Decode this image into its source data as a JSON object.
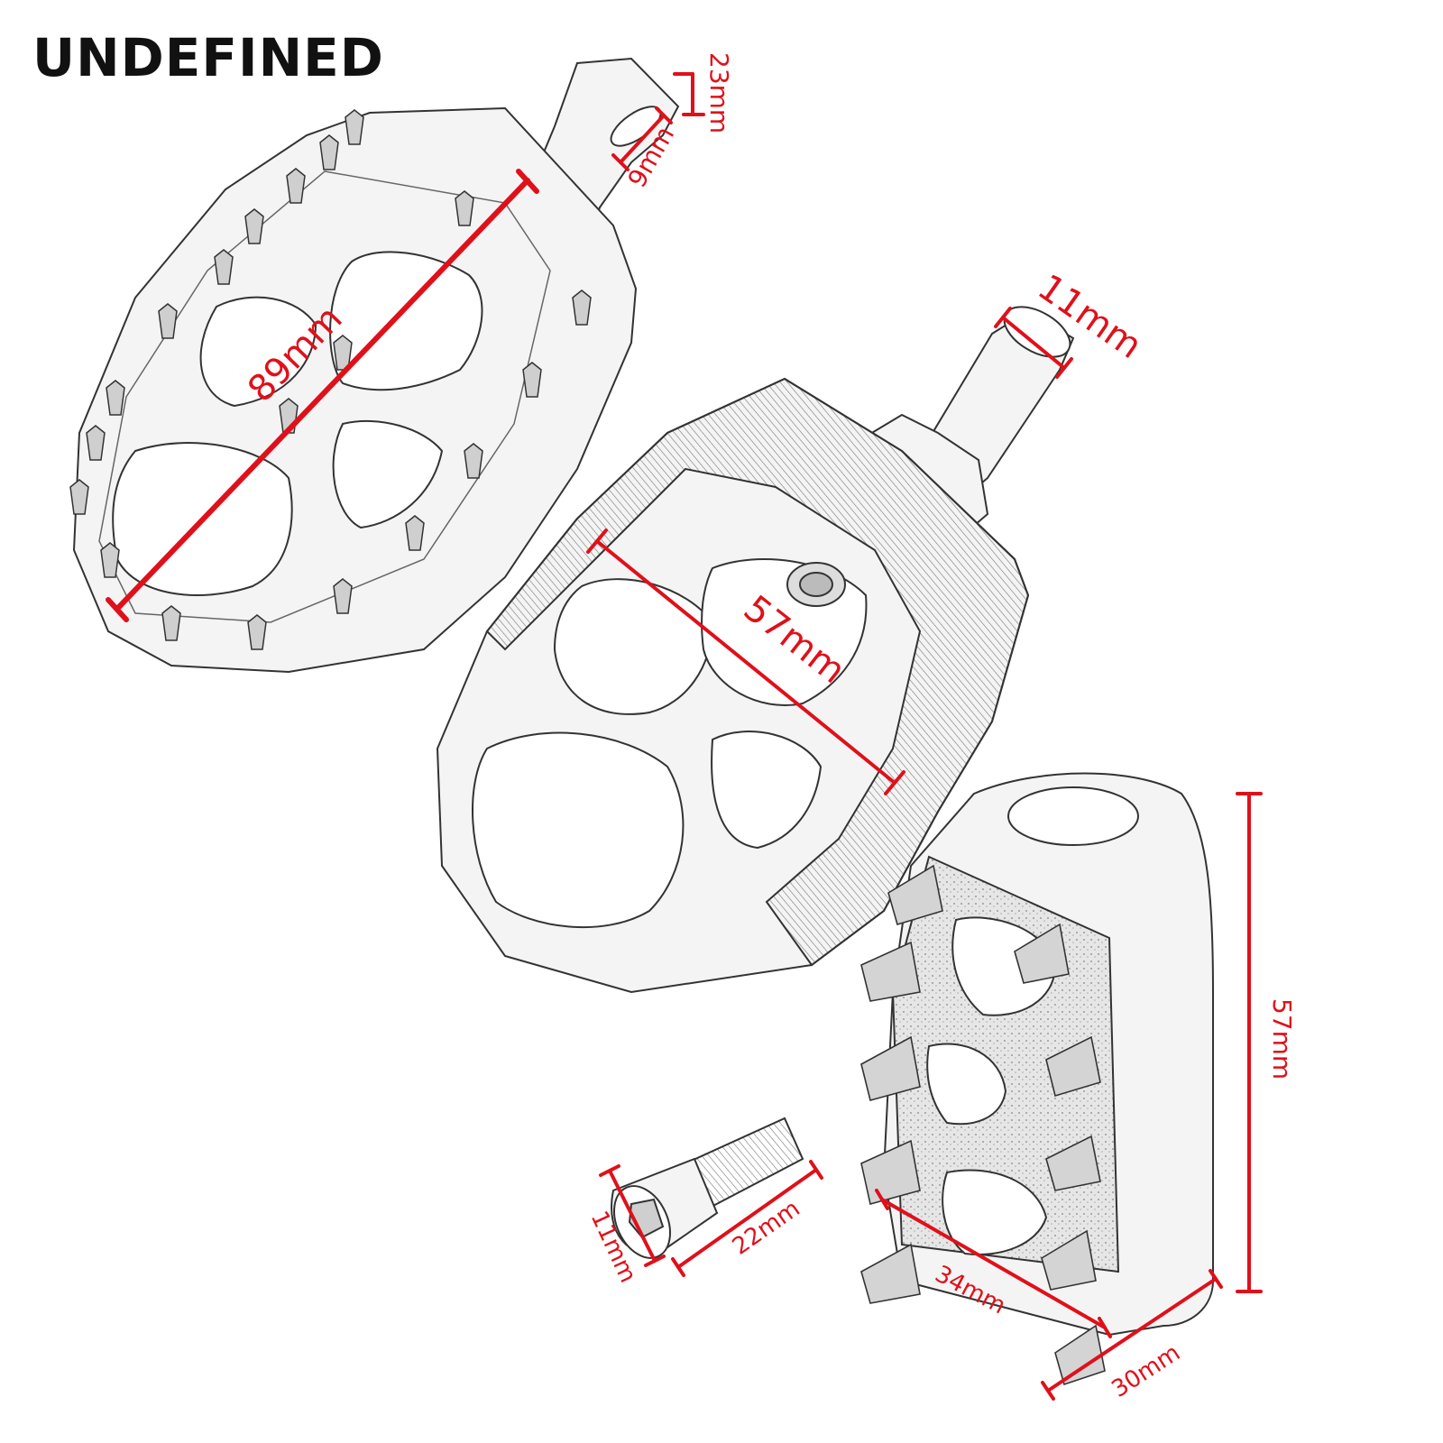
{
  "brand": {
    "name": "UNDEFINED"
  },
  "colors": {
    "dimension": "#e0101a",
    "outline": "#333333",
    "metal": "#f4f4f4",
    "background": "#ffffff"
  },
  "dimensions": {
    "d1": "23mm",
    "d2": "9mm",
    "d3": "89mm",
    "d4": "11mm",
    "d5": "57mm",
    "d6": "57mm",
    "d7": "11mm",
    "d8": "22mm",
    "d9": "34mm",
    "d10": "30mm"
  }
}
